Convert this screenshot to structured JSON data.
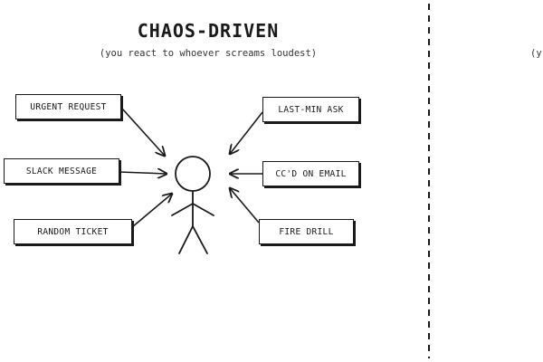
{
  "title": "CHAOS-DRIVEN",
  "subtitle": "(you react to whoever screams loudest)",
  "right_panel": {
    "subtitle_fragment": "(y"
  },
  "inputs_left": [
    {
      "label": "URGENT REQUEST"
    },
    {
      "label": "SLACK MESSAGE"
    },
    {
      "label": "RANDOM TICKET"
    }
  ],
  "inputs_right": [
    {
      "label": "LAST-MIN ASK"
    },
    {
      "label": "CC'D ON EMAIL"
    },
    {
      "label": "FIRE DRILL"
    }
  ],
  "colors": {
    "ink": "#1a1a1a",
    "background": "#ffffff"
  }
}
